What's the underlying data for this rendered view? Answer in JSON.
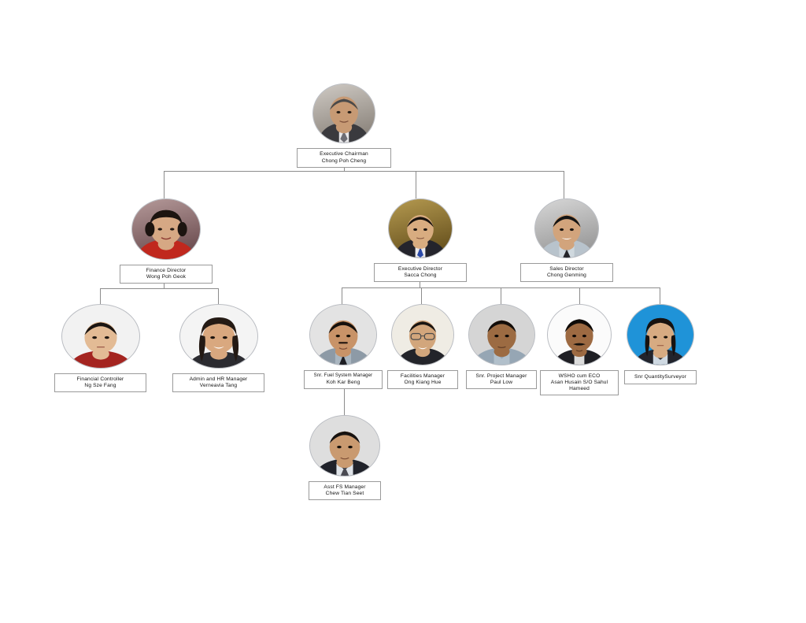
{
  "chart_type": "organization-chart",
  "nodes": [
    {
      "id": "executive-chairman",
      "title": "Executive Chairman",
      "person": "Chong Poh Cheng",
      "photo": {
        "bg_top": "#cfcac4",
        "bg_bottom": "#8d867e",
        "skin": "#c79a74",
        "hair": "#4a4a4a",
        "suit": "#3a3a3e",
        "shirt": "#e8e8ea",
        "tie": "#6d6d74"
      }
    },
    {
      "id": "finance-director",
      "title": "Finance Director",
      "person": "Wong Poh Geok",
      "photo": {
        "bg_top": "#b59a9a",
        "bg_bottom": "#6e4f52",
        "skin": "#d6a884",
        "hair": "#1c1410",
        "suit": "#c0281e",
        "shirt": "#c0281e",
        "tie": "#c0281e"
      }
    },
    {
      "id": "executive-director",
      "title": "Executive Director",
      "person": "Sacca Chong",
      "photo": {
        "bg_top": "#b59a50",
        "bg_bottom": "#6a5420",
        "skin": "#d8ac80",
        "hair": "#17120e",
        "suit": "#24242c",
        "shirt": "#e9e9ec",
        "tie": "#2a49a8"
      }
    },
    {
      "id": "sales-director",
      "title": "Sales Director",
      "person": "Chong Genming",
      "photo": {
        "bg_top": "#d7d7d7",
        "bg_bottom": "#9a9a9a",
        "skin": "#d2a47c",
        "hair": "#141414",
        "suit": "#b8c3cc",
        "shirt": "#cfd8de",
        "tie": "#232328"
      }
    },
    {
      "id": "financial-controller",
      "title": "Financial Controller",
      "person": "Ng Sze Fang",
      "photo": {
        "bg_top": "#f2f2f2",
        "bg_bottom": "#e2e2e2",
        "skin": "#e3bb95",
        "hair": "#1b1512",
        "suit": "#a42420",
        "shirt": "#a42420",
        "tie": "#a42420"
      }
    },
    {
      "id": "admin-hr-manager",
      "title": "Admin and HR Manager",
      "person": "Verneavia Tang",
      "photo": {
        "bg_top": "#f4f4f4",
        "bg_bottom": "#e6e6e6",
        "skin": "#d9a87f",
        "hair": "#241a14",
        "suit": "#2b2b30",
        "shirt": "#3a3a40",
        "tie": "#2b2b30"
      }
    },
    {
      "id": "snr-fuel-system-manager",
      "title": "Snr. Fuel System Manager",
      "person": "Koh Kar Beng",
      "photo": {
        "bg_top": "#e3e3e3",
        "bg_bottom": "#c8c8c8",
        "skin": "#c89368",
        "hair": "#15100c",
        "suit": "#8d9aa6",
        "shirt": "#aab6c0",
        "tie": "#1d1d22"
      }
    },
    {
      "id": "facilities-manager",
      "title": "Facilities Manager",
      "person": "Ong Kiang Hue",
      "photo": {
        "bg_top": "#efece4",
        "bg_bottom": "#ddd8cc",
        "skin": "#d2a67c",
        "hair": "#191512",
        "suit": "#23242a",
        "shirt": "#23242a",
        "tie": "#23242a"
      }
    },
    {
      "id": "snr-project-manager",
      "title": "Snr. Project Manager",
      "person": "Paul Low",
      "photo": {
        "bg_top": "#d5d5d5",
        "bg_bottom": "#b4b4b4",
        "skin": "#9c6b42",
        "hair": "#120d0a",
        "suit": "#96a6b4",
        "shirt": "#b2c0cb",
        "tie": "#96a6b4"
      }
    },
    {
      "id": "wsho-cum-eco",
      "title": "WSHO cum ECO",
      "person": "Asan Husain S/O Sahul Hameed",
      "photo": {
        "bg_top": "#fbfbfb",
        "bg_bottom": "#ededed",
        "skin": "#9d6a42",
        "hair": "#0f0b08",
        "suit": "#1f1f24",
        "shirt": "#dcdcdc",
        "tie": "#1f1f24"
      }
    },
    {
      "id": "snr-quantity-surveyor",
      "title": "Snr QuantitySurveyor",
      "person": "",
      "photo": {
        "bg_top": "#1f93d8",
        "bg_bottom": "#1f93d8",
        "skin": "#d7ab82",
        "hair": "#171210",
        "suit": "#22242c",
        "shirt": "#cfd9e2",
        "tie": "#22242c"
      }
    },
    {
      "id": "asst-fs-manager",
      "title": "Asst FS Manager",
      "person": "Chew Tian Seet",
      "photo": {
        "bg_top": "#dedede",
        "bg_bottom": "#bfbfbf",
        "skin": "#c99a70",
        "hair": "#161210",
        "suit": "#20222a",
        "shirt": "#dfe3e8",
        "tie": "#4a4a52"
      }
    }
  ]
}
